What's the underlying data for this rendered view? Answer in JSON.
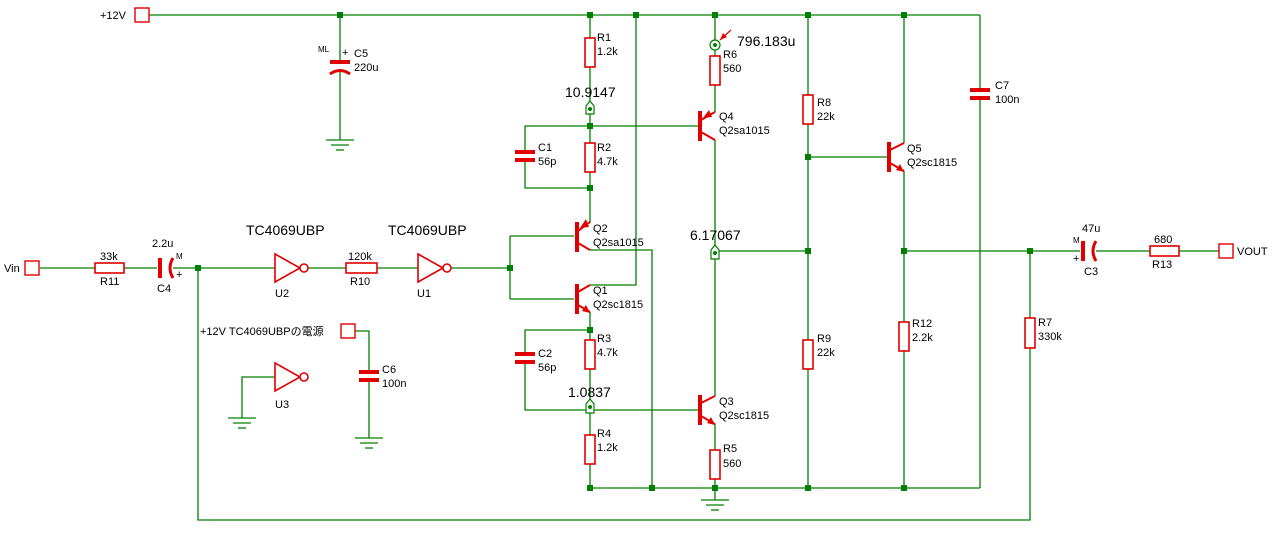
{
  "ports": {
    "vin": "Vin",
    "vout": "VOUT",
    "vcc": "+12V",
    "supply_note": "+12V TC4069UBPの電源"
  },
  "gates": {
    "u2_type": "TC4069UBP",
    "u2_ref": "U2",
    "u1_type": "TC4069UBP",
    "u1_ref": "U1",
    "u3_ref": "U3"
  },
  "resistors": {
    "r1": {
      "ref": "R1",
      "value": "1.2k"
    },
    "r2": {
      "ref": "R2",
      "value": "4.7k"
    },
    "r3": {
      "ref": "R3",
      "value": "4.7k"
    },
    "r4": {
      "ref": "R4",
      "value": "1.2k"
    },
    "r5": {
      "ref": "R5",
      "value": "560"
    },
    "r6": {
      "ref": "R6",
      "value": "560"
    },
    "r7": {
      "ref": "R7",
      "value": "330k"
    },
    "r8": {
      "ref": "R8",
      "value": "22k"
    },
    "r9": {
      "ref": "R9",
      "value": "22k"
    },
    "r10": {
      "ref": "R10",
      "value": "120k"
    },
    "r11": {
      "ref": "R11",
      "value": "33k"
    },
    "r12": {
      "ref": "R12",
      "value": "2.2k"
    },
    "r13": {
      "ref": "R13",
      "value": "680"
    }
  },
  "capacitors": {
    "c1": {
      "ref": "C1",
      "value": "56p"
    },
    "c2": {
      "ref": "C2",
      "value": "56p"
    },
    "c3": {
      "ref": "C3",
      "value": "47u"
    },
    "c4": {
      "ref": "C4",
      "value": "2.2u"
    },
    "c5": {
      "ref": "C5",
      "value": "220u"
    },
    "c6": {
      "ref": "C6",
      "value": "100n"
    },
    "c7": {
      "ref": "C7",
      "value": "100n"
    }
  },
  "transistors": {
    "q1": {
      "ref": "Q1",
      "model": "Q2sc1815"
    },
    "q2": {
      "ref": "Q2",
      "model": "Q2sa1015"
    },
    "q3": {
      "ref": "Q3",
      "model": "Q2sc1815"
    },
    "q4": {
      "ref": "Q4",
      "model": "Q2sa1015"
    },
    "q5": {
      "ref": "Q5",
      "model": "Q2sc1815"
    }
  },
  "probes": {
    "v_top": "10.9147",
    "v_mid": "6.17067",
    "v_low": "1.0837",
    "i_r6": "796.183u"
  },
  "polarity_marks": {
    "plus": "+",
    "ml": "ML",
    "m": "M"
  },
  "colors": {
    "wire": "#008000",
    "component": "#e00000",
    "background": "#ffffff"
  }
}
